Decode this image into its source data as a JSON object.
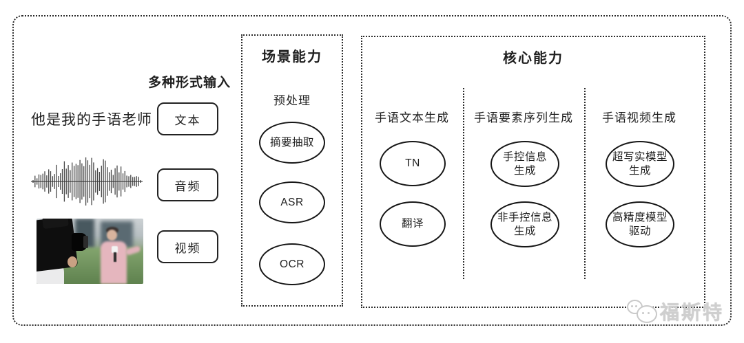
{
  "input_section": {
    "label": "多种形式输入",
    "sample_sentence": "他是我的手语老师",
    "items": [
      {
        "label": "文本"
      },
      {
        "label": "音频"
      },
      {
        "label": "视频"
      }
    ]
  },
  "scene_box": {
    "title": "场景能力",
    "subtitle": "预处理",
    "nodes": [
      {
        "label": "摘要抽取"
      },
      {
        "label": "ASR"
      },
      {
        "label": "OCR"
      }
    ]
  },
  "core_box": {
    "title": "核心能力",
    "columns": [
      {
        "header": "手语文本生成",
        "nodes": [
          {
            "label": "TN"
          },
          {
            "label": "翻译"
          }
        ]
      },
      {
        "header": "手语要素序列生成",
        "nodes": [
          {
            "label": "手控信息\n生成"
          },
          {
            "label": "非手控信息\n生成"
          }
        ]
      },
      {
        "header": "手语视频生成",
        "nodes": [
          {
            "label": "超写实模型\n生成"
          },
          {
            "label": "高精度模型\n驱动"
          }
        ]
      }
    ]
  },
  "watermark": {
    "text": "福斯特"
  },
  "colors": {
    "ink": "#1f1f1f",
    "border": "#2b2b2b",
    "watermark": "#cfcfcf",
    "background": "#ffffff"
  }
}
